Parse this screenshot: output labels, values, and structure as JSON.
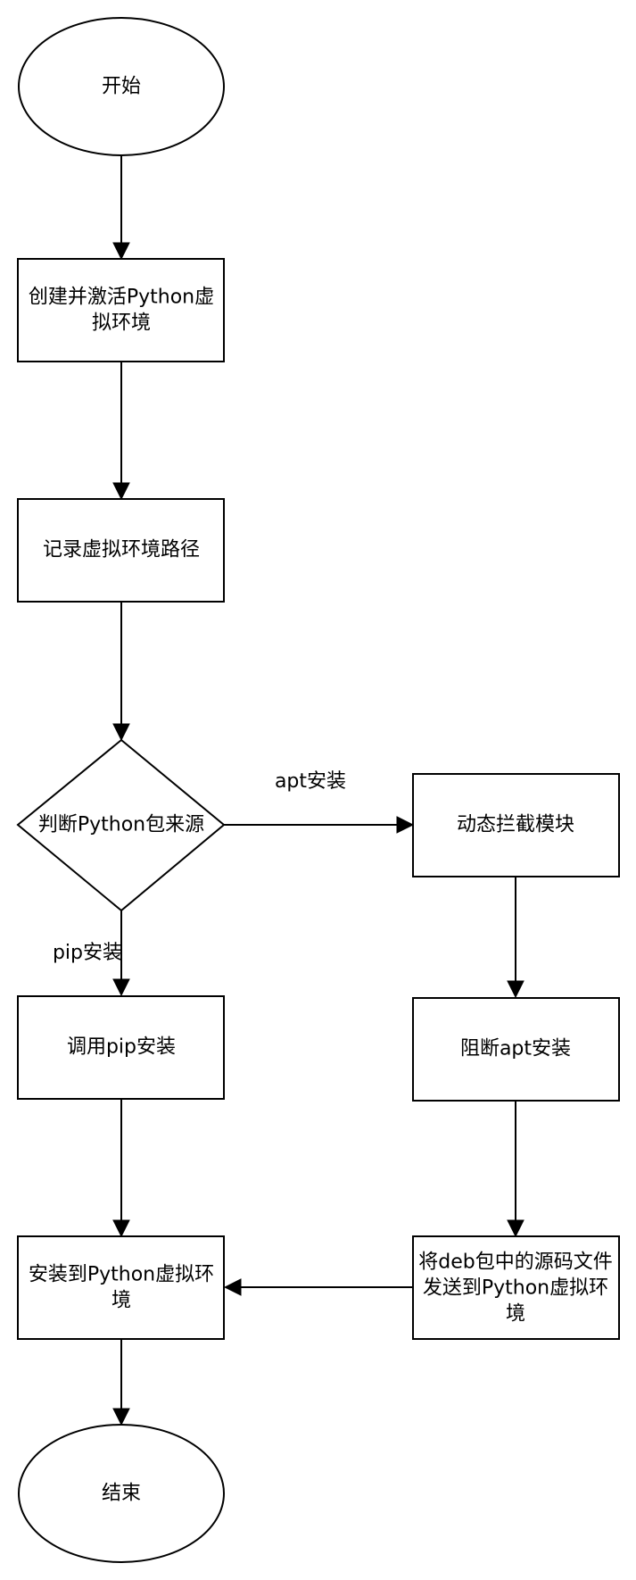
{
  "nodes": {
    "start": {
      "label": "开始"
    },
    "create_env": {
      "lines": [
        "创建并激活Python虚",
        "拟环境"
      ]
    },
    "record_path": {
      "label": "记录虚拟环境路径"
    },
    "decision": {
      "label": "判断Python包来源"
    },
    "intercept": {
      "label": "动态拦截模块"
    },
    "pip_install": {
      "label": "调用pip安装"
    },
    "block_apt": {
      "label": "阻断apt安装"
    },
    "install_env": {
      "lines": [
        "安装到Python虚拟环",
        "境"
      ]
    },
    "send_source": {
      "lines": [
        "将deb包中的源码文件",
        "发送到Python虚拟环",
        "境"
      ]
    },
    "end": {
      "label": "结束"
    }
  },
  "edges": {
    "apt_label": "apt安装",
    "pip_label": "pip安装"
  },
  "colors": {
    "stroke": "#000000",
    "fill": "#ffffff",
    "text": "#000000"
  }
}
